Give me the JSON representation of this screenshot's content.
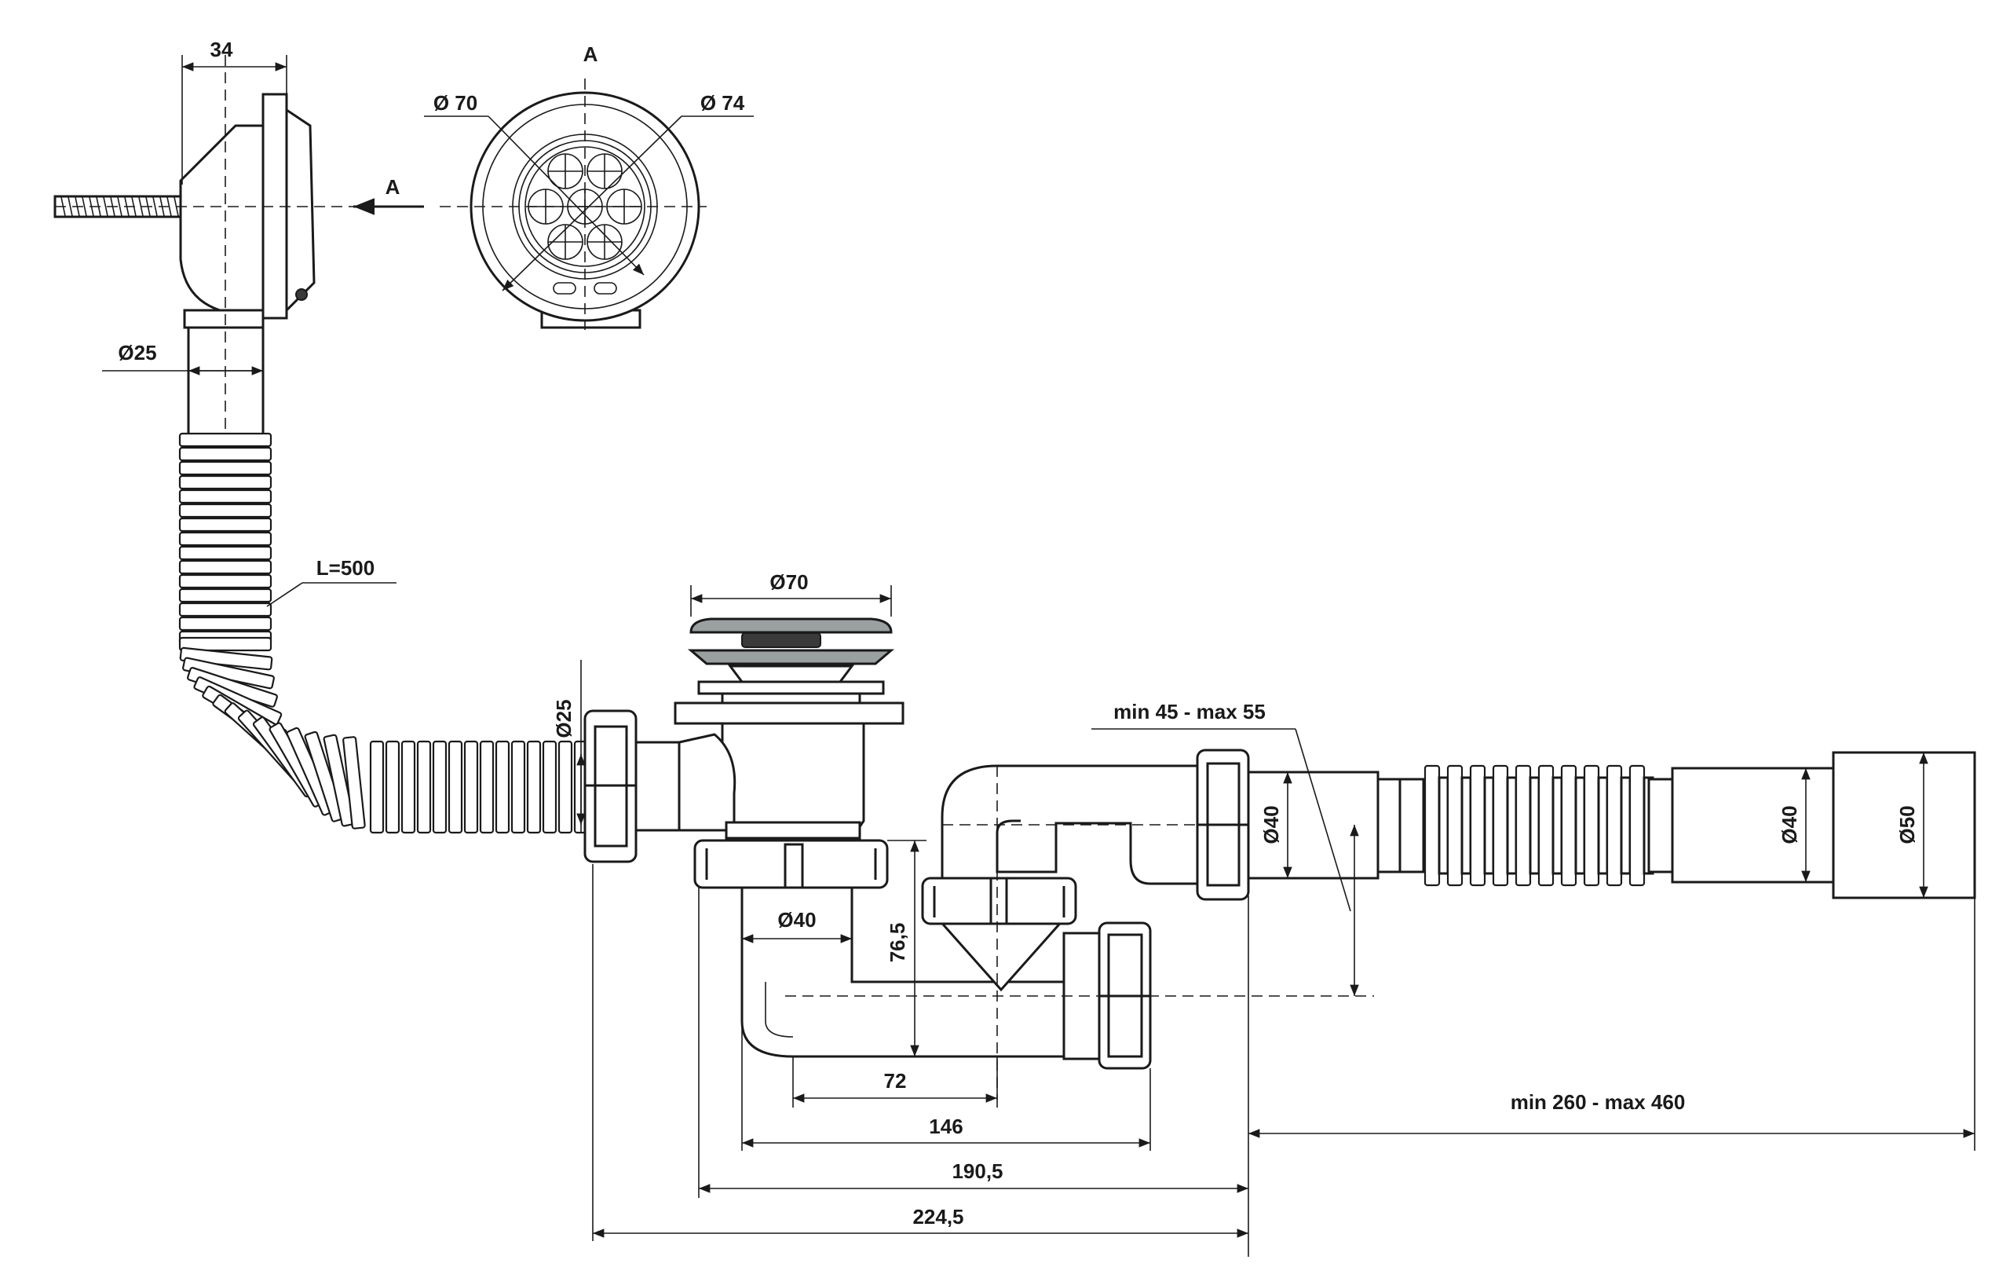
{
  "labels": {
    "dim_34": "34",
    "section_a_top": "A",
    "section_a_arrow": "A",
    "dia_70_top": "Ø 70",
    "dia_74": "Ø 74",
    "dia_25_left": "Ø25",
    "hose_length": "L=500",
    "dia_70_plug": "Ø70",
    "dia_25_vertical": "Ø25",
    "range_45_55": "min 45 - max 55",
    "dia_40_bowl": "Ø40",
    "height_76_5": "76,5",
    "dia_40_outlet": "Ø40",
    "dia_40_hose": "Ø40",
    "dia_50": "Ø50",
    "dim_72": "72",
    "dim_146": "146",
    "range_260_460": "min 260 - max 460",
    "dim_190_5": "190,5",
    "dim_224_5": "224,5"
  },
  "colors": {
    "line": "#1a1a1a",
    "plug_grey": "#9aa0a0",
    "background": "#ffffff"
  }
}
